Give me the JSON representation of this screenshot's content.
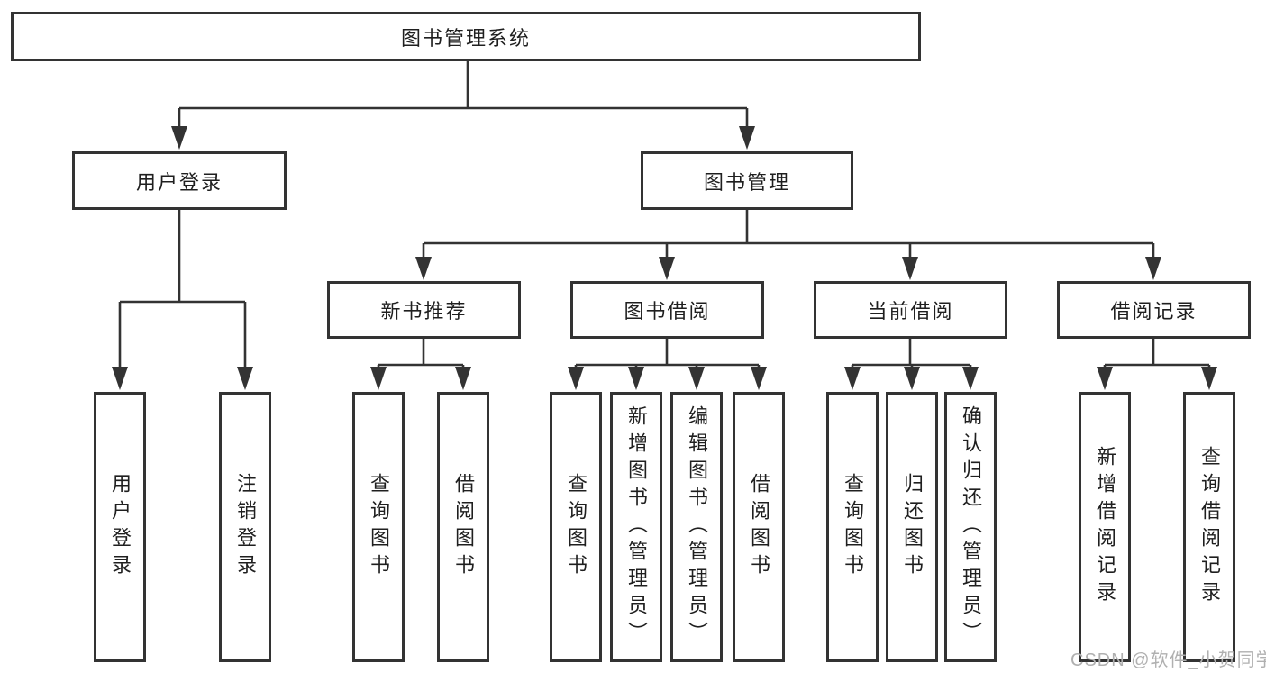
{
  "diagram": {
    "root": "图书管理系统",
    "user_login": {
      "label": "用户登录",
      "leaves": [
        "用户登录",
        "注销登录"
      ]
    },
    "book_mgmt": {
      "label": "图书管理",
      "sections": [
        {
          "label": "新书推荐",
          "leaves": [
            "查询图书",
            "借阅图书"
          ]
        },
        {
          "label": "图书借阅",
          "leaves": [
            "查询图书",
            "新增图书（管理员）",
            "编辑图书（管理员）",
            "借阅图书"
          ]
        },
        {
          "label": "当前借阅",
          "leaves": [
            "查询图书",
            "归还图书",
            "确认归还（管理员）"
          ]
        },
        {
          "label": "借阅记录",
          "leaves": [
            "新增借阅记录",
            "查询借阅记录"
          ]
        }
      ]
    }
  },
  "watermark": "CSDN @软件_小贺同学",
  "colors": {
    "line": "#333333",
    "text": "#1f1f1f",
    "watermark": "#b0b0b0",
    "background": "#ffffff"
  }
}
